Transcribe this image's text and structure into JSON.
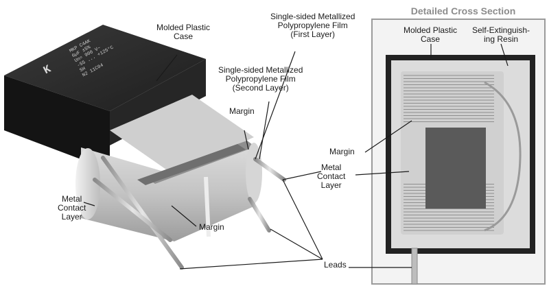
{
  "cross_section": {
    "title": "Detailed Cross Section",
    "molded_case": [
      "Molded Plastic",
      "Case"
    ],
    "resin": [
      "Self-Extinguish-",
      "ing Resin"
    ],
    "margin": "Margin",
    "metal_contact": [
      "Metal",
      "Contact",
      "Layer"
    ],
    "leads": "Leads"
  },
  "main": {
    "molded_case": [
      "Molded Plastic",
      "Case"
    ],
    "film_first": [
      "Single-sided Metallized",
      "Polypropylene Film",
      "(First Layer)"
    ],
    "film_second": [
      "Single-sided Metallized",
      "Polypropylene Film",
      "(Second Layer)"
    ],
    "margin_top": "Margin",
    "metal_contact_left": [
      "Metal",
      "Contact",
      "Layer"
    ],
    "margin_bottom": "Margin"
  },
  "case_marking": {
    "logo": "K",
    "lines": [
      "MKP  C4AK",
      "6µF  ±5%",
      "Un=  900 V~",
      "-55 ...  +125°C",
      "SH",
      "N2       11C04"
    ]
  },
  "colors": {
    "case": "#232323",
    "film": "#c9c9c9",
    "resin": "#d9d9d9",
    "panel_bg": "#f3f3f3",
    "title": "#8c8c8c"
  }
}
